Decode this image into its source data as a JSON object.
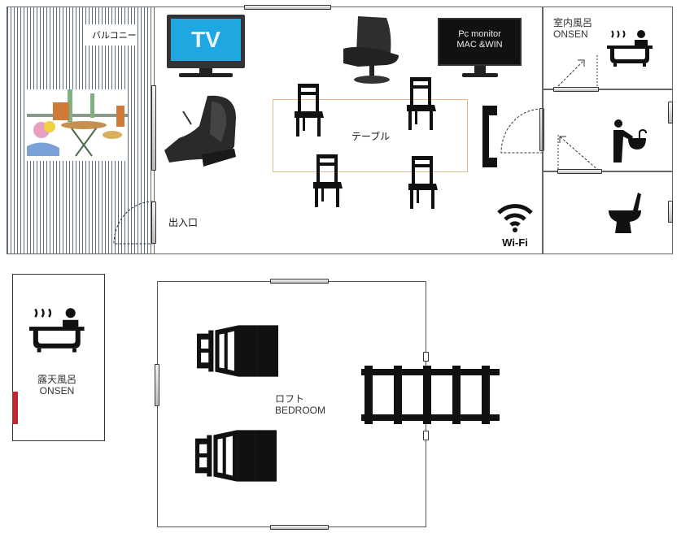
{
  "title": "Floor plan",
  "balcony": {
    "label": "バルコニー"
  },
  "living": {
    "tv_label": "TV",
    "monitor_label_1": "Pc monitor",
    "monitor_label_2": "MAC &WIN",
    "table_label": "テーブル",
    "entrance_label": "出入口",
    "wifi_label": "Wi-Fi"
  },
  "indoor_bath": {
    "label_1": "室内風呂",
    "label_2": "ONSEN"
  },
  "outdoor_bath": {
    "label_1": "露天風呂",
    "label_2": "ONSEN"
  },
  "loft": {
    "label_1": "ロフト",
    "label_2": "BEDROOM"
  },
  "colors": {
    "wall": "#666666",
    "table_border": "#e0b88a",
    "tv_screen": "#1ea7e0",
    "accent_red": "#c0282d"
  }
}
